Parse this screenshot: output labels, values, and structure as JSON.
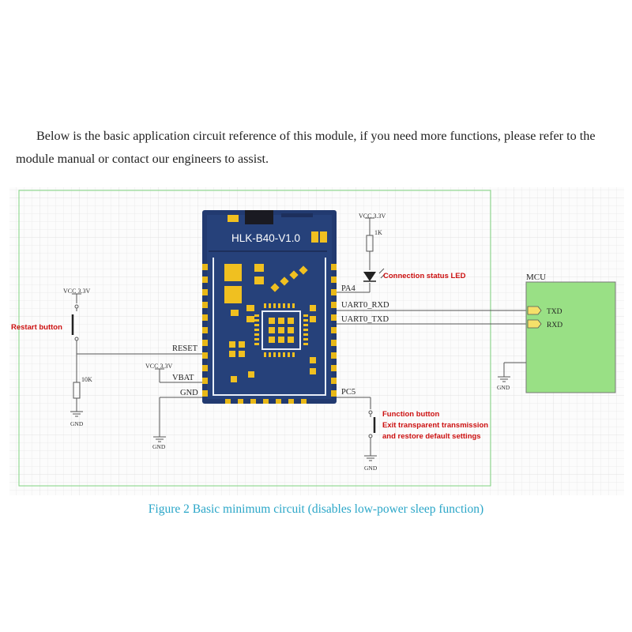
{
  "intro": {
    "line1": "Below is the basic application circuit reference of this module, if you need more functions, please refer to the",
    "line2": "module manual or contact our engineers to assist."
  },
  "module": {
    "name": "HLK-B40-V1.0",
    "pins_left": [
      "RESET",
      "VBAT",
      "GND"
    ],
    "pins_right": [
      "PA4",
      "UART0_RXD",
      "UART0_TXD",
      "PC5"
    ]
  },
  "restart": {
    "vcc": "VCC 3.3V",
    "label": "Restart button",
    "resistor": "10K",
    "gnd": "GND"
  },
  "vbat": {
    "vcc": "VCC 3.3V"
  },
  "gnd_left": {
    "label": "GND"
  },
  "led": {
    "vcc": "VCC 3.3V",
    "resistor": "1K",
    "label": "Connection status LED"
  },
  "mcu": {
    "title": "MCU",
    "txd": "TXD",
    "rxd": "RXD",
    "gnd": "GND"
  },
  "function": {
    "line1": "Function button",
    "line2": "Exit transparent transmission",
    "line3": "and restore default settings",
    "gnd": "GND"
  },
  "caption": "Figure 2 Basic minimum circuit (disables low-power sleep function)",
  "colors": {
    "grid": "#eeeeee",
    "border": "#6fcf6f",
    "wire": "#555555",
    "annotation": "#cc1010",
    "board": "#223a70",
    "pad": "#e8b818",
    "mcu_fill": "#99e085",
    "caption": "#2aa6c8"
  }
}
